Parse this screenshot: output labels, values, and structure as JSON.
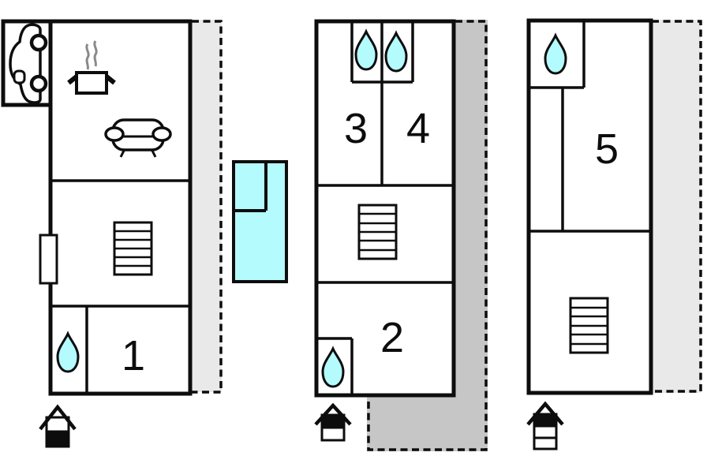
{
  "diagram_type": "house-floor-plan",
  "colors": {
    "wall": "#0d0d0d",
    "water_accent": "#b4fbfd",
    "pool_fill": "#b4fbfd",
    "terrace_light": "#e9e9e9",
    "terrace_dark": "#c6c6c6",
    "steam_gray": "#8a8a8a",
    "background": "#ffffff"
  },
  "rooms": {
    "room1": "1",
    "room2": "2",
    "room3": "3",
    "room4": "4",
    "room5": "5"
  },
  "levels": {
    "ground_floor": {
      "room_labels": [
        "1"
      ],
      "icons": [
        "car-icon",
        "cooking-pot-icon",
        "steam-icon",
        "sofa-icon",
        "stairs-icon",
        "water-drop-icon",
        "door-icon",
        "house-level-icon-bottom-filled"
      ],
      "terrace": "light-gray-dashed-right"
    },
    "first_floor": {
      "room_labels": [
        "2",
        "3",
        "4"
      ],
      "icons": [
        "water-drop-icon",
        "water-drop-icon",
        "water-drop-icon",
        "stairs-icon",
        "house-level-icon-top-filled"
      ],
      "terrace": "dark-gray-dashed-right-and-bottom"
    },
    "second_floor": {
      "room_labels": [
        "5"
      ],
      "icons": [
        "water-drop-icon",
        "stairs-icon",
        "house-level-icon-top-filled-of-three"
      ],
      "terrace": "light-gray-dashed-right"
    }
  },
  "pool": {
    "icon": "pool-icon",
    "fill": "#b4fbfd"
  }
}
